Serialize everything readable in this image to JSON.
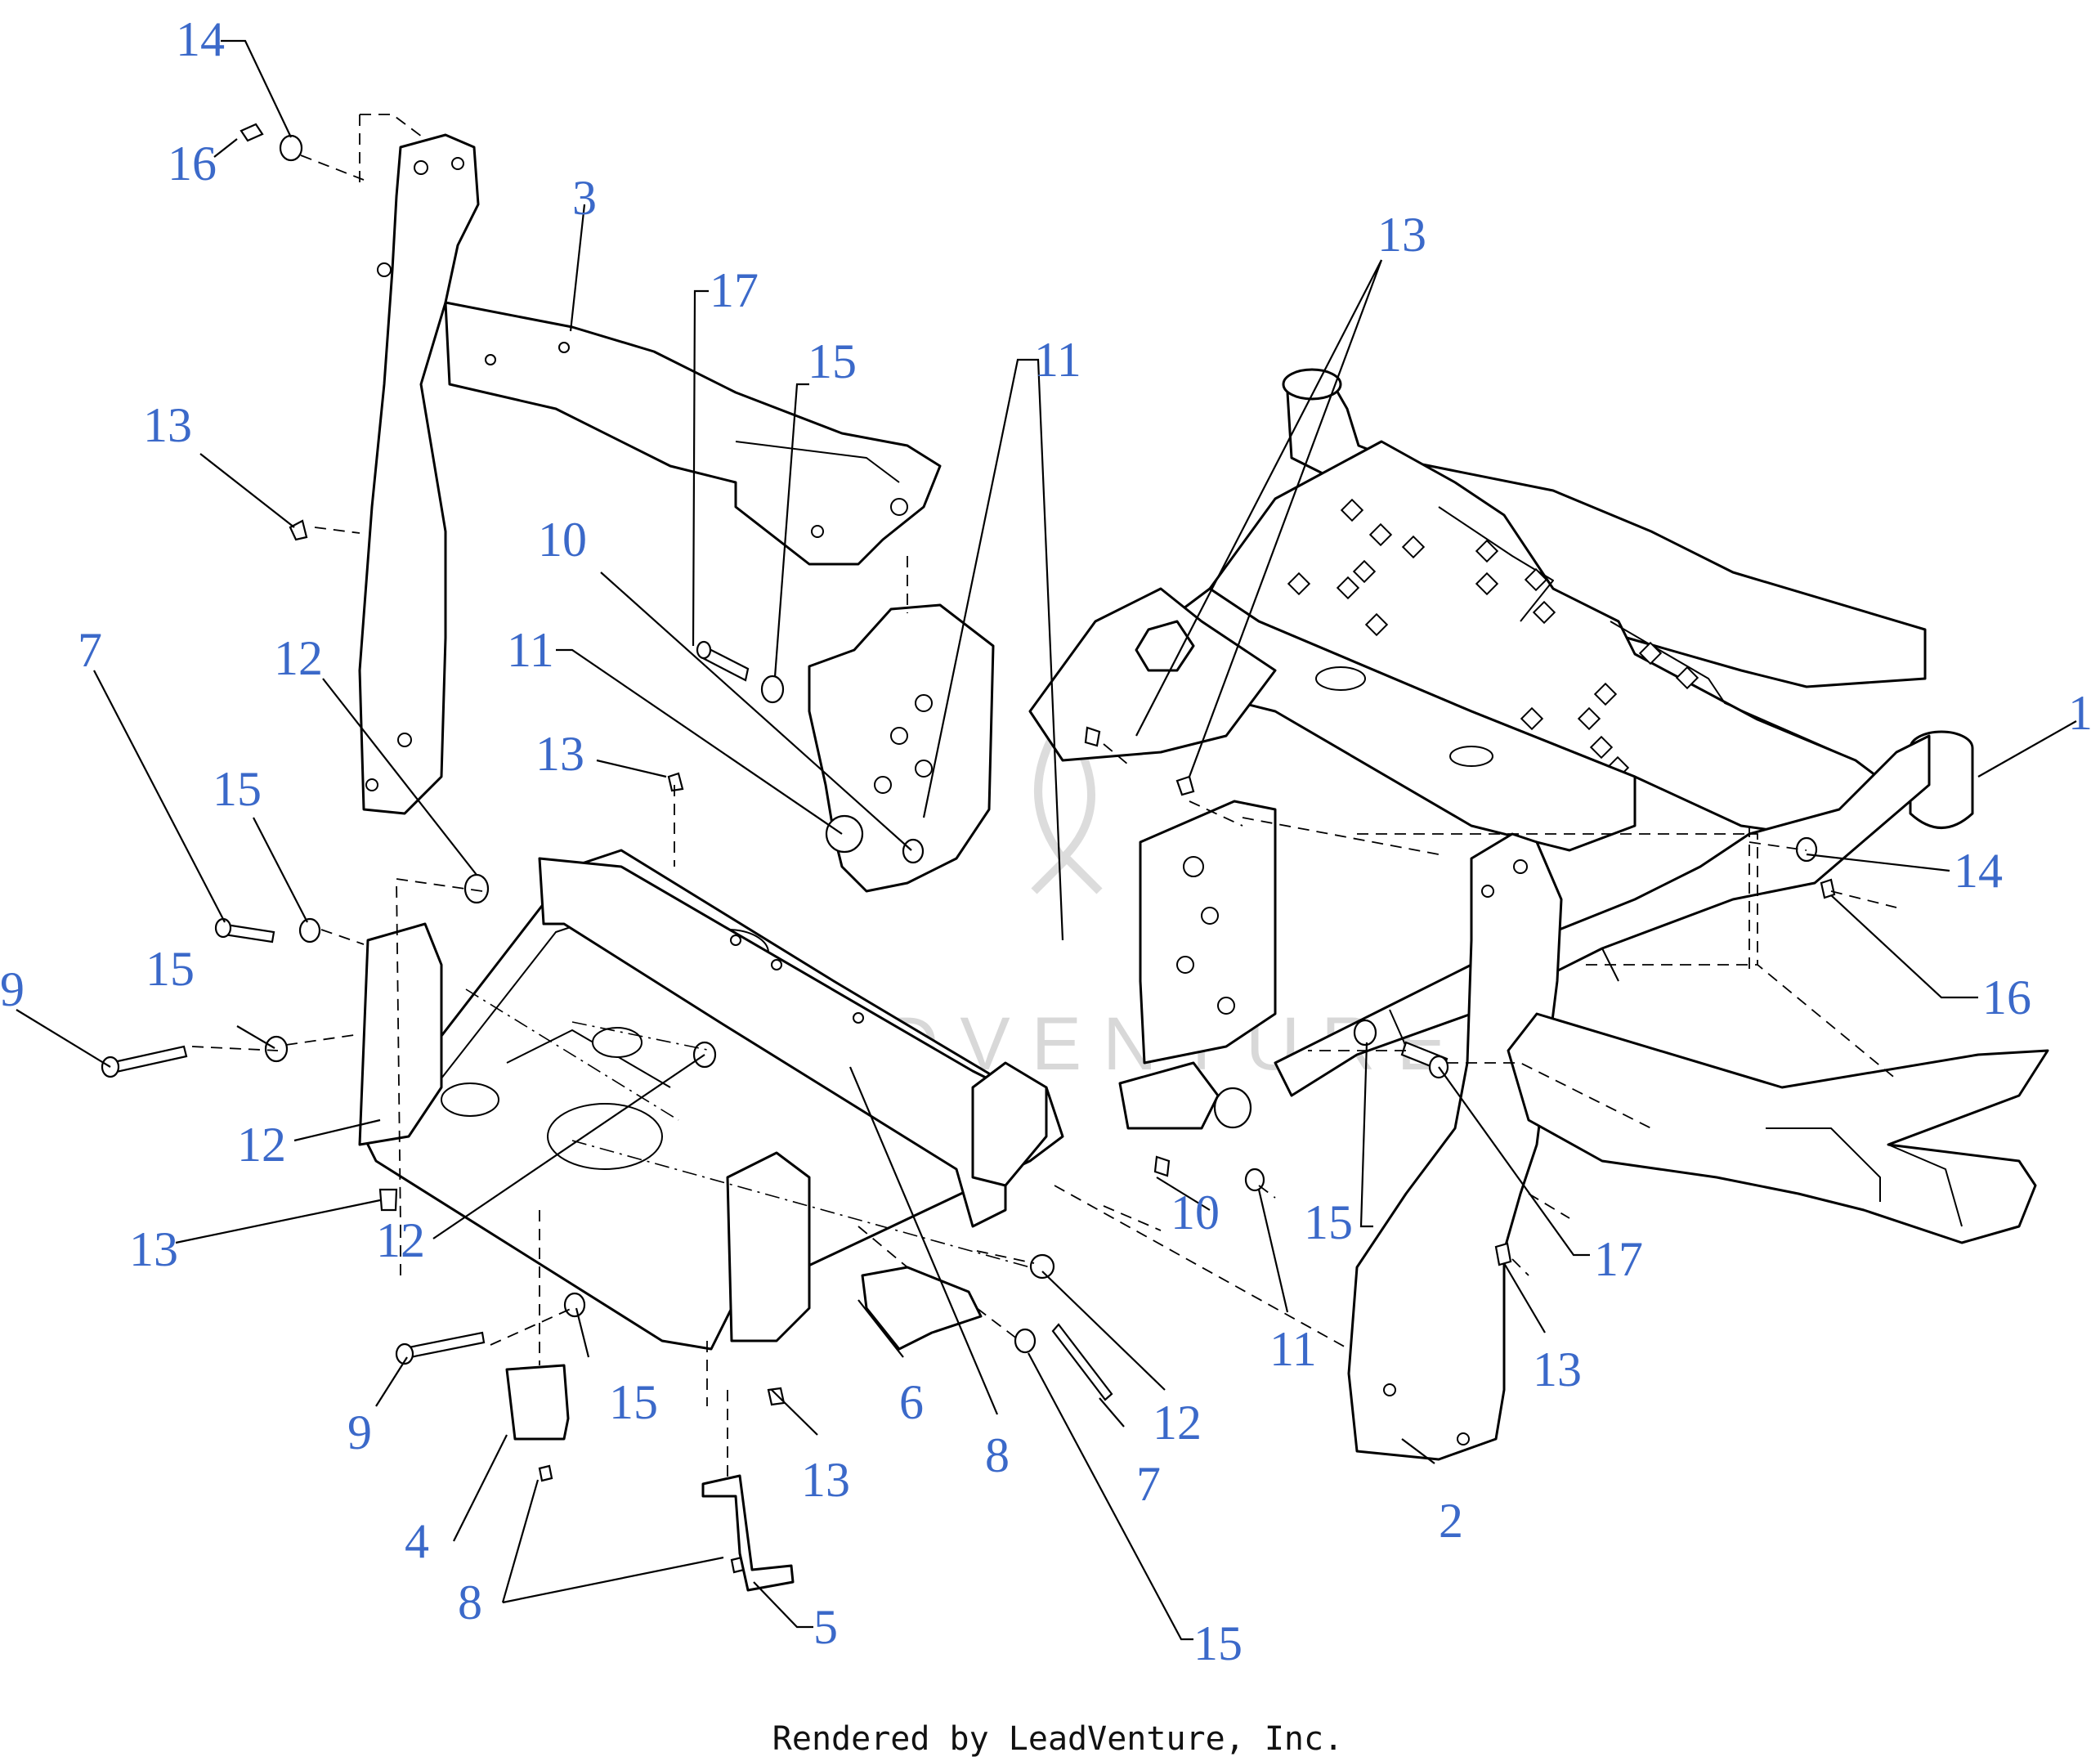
{
  "watermark": "LEADVENTURE",
  "footer": {
    "credit": "Rendered by LeadVenture, Inc."
  },
  "colors": {
    "label": "#3b69c9",
    "line": "#000000",
    "watermark": "#d8d8d8"
  },
  "callouts": [
    {
      "id": "c14-top",
      "text": "14"
    },
    {
      "id": "c16-top",
      "text": "16"
    },
    {
      "id": "c3",
      "text": "3"
    },
    {
      "id": "c17-top",
      "text": "17"
    },
    {
      "id": "c15-top",
      "text": "15"
    },
    {
      "id": "c11-top",
      "text": "11"
    },
    {
      "id": "c13-top-right",
      "text": "13"
    },
    {
      "id": "c13-left",
      "text": "13"
    },
    {
      "id": "c10-top",
      "text": "10"
    },
    {
      "id": "c11-mid",
      "text": "11"
    },
    {
      "id": "c13-mid",
      "text": "13"
    },
    {
      "id": "c7-left",
      "text": "7"
    },
    {
      "id": "c12-left",
      "text": "12"
    },
    {
      "id": "c15-left",
      "text": "15"
    },
    {
      "id": "c1",
      "text": "1"
    },
    {
      "id": "c14-right",
      "text": "14"
    },
    {
      "id": "c16-right",
      "text": "16"
    },
    {
      "id": "c9-left",
      "text": "9"
    },
    {
      "id": "c15-left2",
      "text": "15"
    },
    {
      "id": "c12-left2",
      "text": "12"
    },
    {
      "id": "c13-low-left",
      "text": "13"
    },
    {
      "id": "c12-center",
      "text": "12"
    },
    {
      "id": "c10-center",
      "text": "10"
    },
    {
      "id": "c15-right",
      "text": "15"
    },
    {
      "id": "c17-right",
      "text": "17"
    },
    {
      "id": "c11-low",
      "text": "11"
    },
    {
      "id": "c13-right",
      "text": "13"
    },
    {
      "id": "c9-low",
      "text": "9"
    },
    {
      "id": "c15-low",
      "text": "15"
    },
    {
      "id": "c6",
      "text": "6"
    },
    {
      "id": "c12-low",
      "text": "12"
    },
    {
      "id": "c13-low",
      "text": "13"
    },
    {
      "id": "c7-low",
      "text": "7"
    },
    {
      "id": "c8-center",
      "text": "8"
    },
    {
      "id": "c2",
      "text": "2"
    },
    {
      "id": "c4",
      "text": "4"
    },
    {
      "id": "c8-bottom",
      "text": "8"
    },
    {
      "id": "c5",
      "text": "5"
    },
    {
      "id": "c15-bottom",
      "text": "15"
    }
  ]
}
